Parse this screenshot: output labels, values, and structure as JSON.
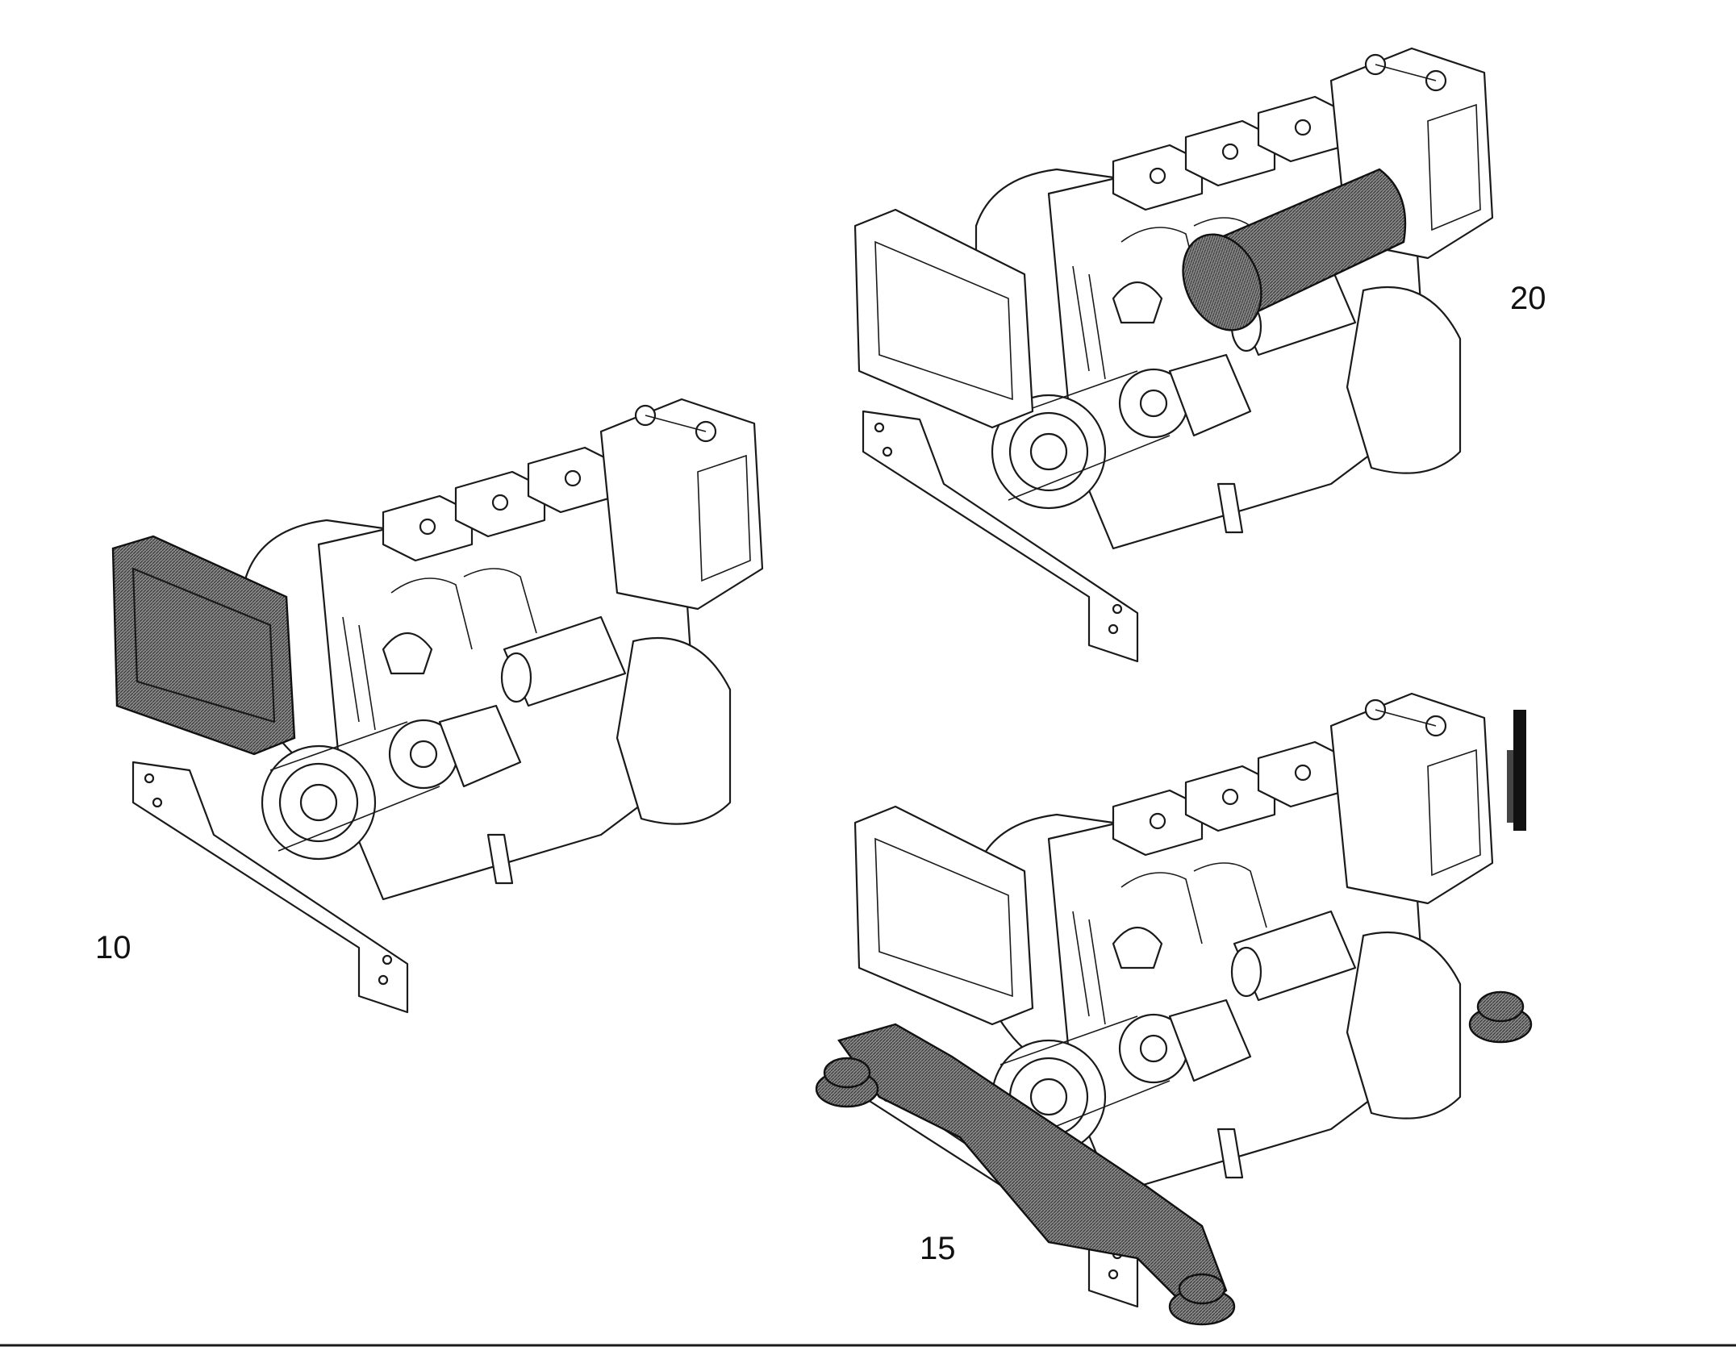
{
  "callouts": {
    "left": "10",
    "top_right": "20",
    "bottom_right": "15"
  },
  "colors": {
    "line": "#1a1a1a",
    "shade": "#5a5a5a",
    "background": "#ffffff"
  }
}
